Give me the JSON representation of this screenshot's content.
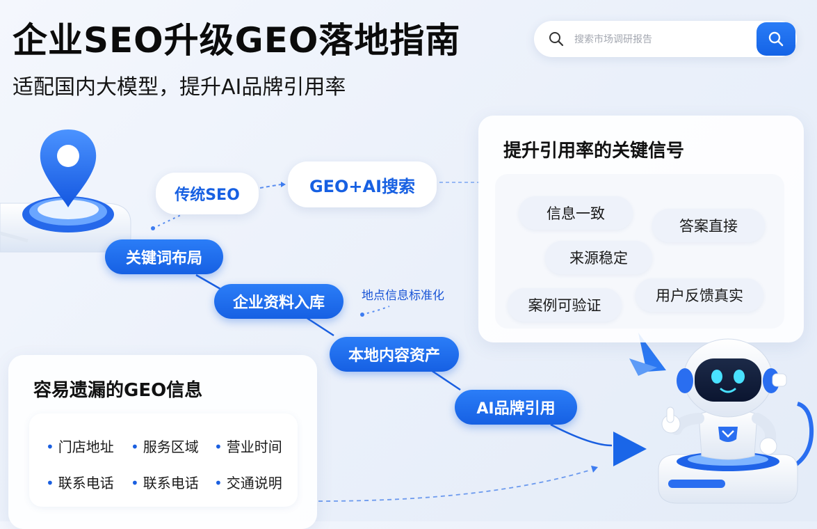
{
  "header": {
    "title": "企业SEO升级GEO落地指南",
    "subtitle": "适配国内大模型，提升AI品牌引用率"
  },
  "search": {
    "placeholder": "搜索市场调研报告"
  },
  "flow": {
    "traditional_seo": "传统SEO",
    "geo_ai_search": "GEO+AI搜索",
    "steps": [
      "关键词布局",
      "企业资料入库",
      "本地内容资产",
      "AI品牌引用"
    ],
    "side_label": "地点信息标准化"
  },
  "signals_card": {
    "title": "提升引用率的关键信号",
    "chips": [
      "信息一致",
      "答案直接",
      "来源稳定",
      "案例可验证",
      "用户反馈真实"
    ]
  },
  "missing_card": {
    "title": "容易遗漏的GEO信息",
    "items": [
      "门店地址",
      "服务区域",
      "营业时间",
      "联系电话",
      "联系电话",
      "交通说明"
    ]
  },
  "colors": {
    "accent": "#1a66e8",
    "accent_light": "#4a90ff",
    "background": "#eef3fb"
  }
}
